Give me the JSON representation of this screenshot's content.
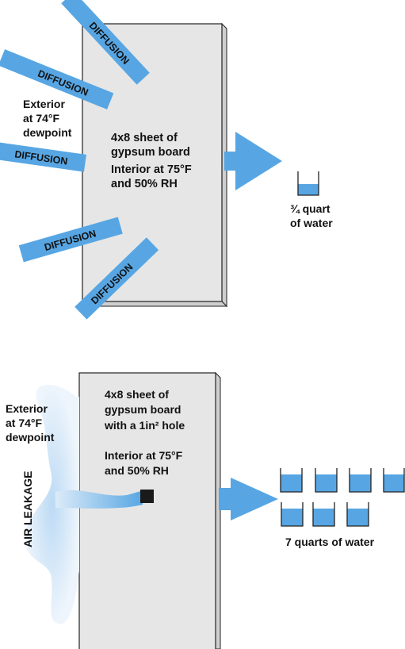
{
  "colors": {
    "blue": "#57a6e3",
    "panel": "#e6e6e6",
    "edge": "#cfcfcf",
    "outline": "#222222",
    "hole": "#1a1a1a"
  },
  "top": {
    "diffusion_label": "DIFFUSION",
    "exterior": [
      "Exterior",
      "at 74°F",
      "dewpoint"
    ],
    "panel_text": [
      "4x8 sheet of",
      "gypsum board",
      "Interior at 75°F",
      "and 50% RH"
    ],
    "water": [
      "¾ quart",
      "of water"
    ],
    "cup_fill": 0.6
  },
  "bottom": {
    "exterior": [
      "Exterior",
      "at 74°F",
      "dewpoint"
    ],
    "air_label": "AIR LEAKAGE",
    "panel_text": [
      "4x8 sheet of",
      "gypsum board",
      "with a 1in² hole",
      "",
      "Interior at 75°F",
      "and 50% RH"
    ],
    "water": "7 quarts of water",
    "cup_fill": 0.65
  }
}
